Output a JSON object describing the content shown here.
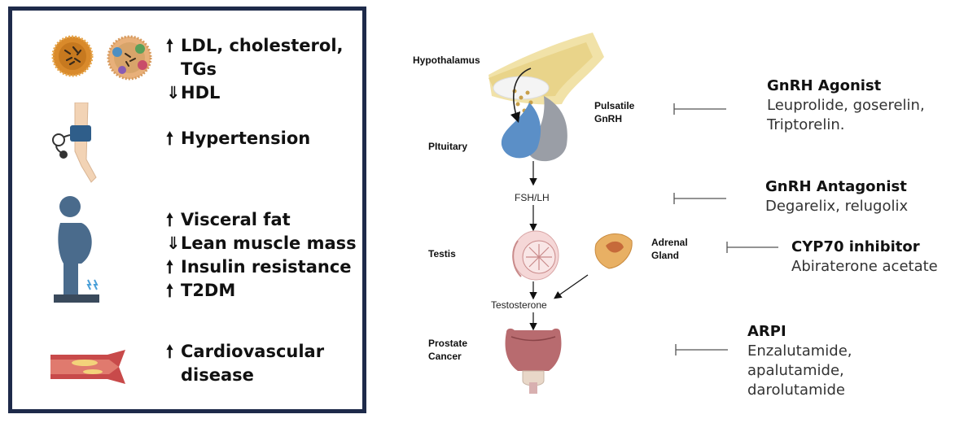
{
  "left_panel": {
    "lipids": {
      "lines": [
        "LDL, cholesterol,",
        "TGs",
        "HDL"
      ]
    },
    "hypertension": {
      "lines": [
        "Hypertension"
      ]
    },
    "metabolic": {
      "lines": [
        "Visceral fat",
        "Lean muscle mass",
        "Insulin resistance",
        "T2DM"
      ]
    },
    "cardio": {
      "lines": [
        "Cardiovascular",
        "disease"
      ]
    }
  },
  "pathway": {
    "hypothalamus": "Hypothalamus",
    "pituitary": "PItuitary",
    "pulsatile": [
      "Pulsatile",
      "GnRH"
    ],
    "fsh_lh": "FSH/LH",
    "testis": "Testis",
    "adrenal": [
      "Adrenal",
      "Gland"
    ],
    "testosterone": "Testosterone",
    "prostate": [
      "Prostate",
      "Cancer"
    ]
  },
  "drugs": {
    "agonist": {
      "name": "GnRH Agonist",
      "items": [
        "Leuprolide, goserelin,",
        "Triptorelin."
      ]
    },
    "antagonist": {
      "name": "GnRH Antagonist",
      "items": [
        "Degarelix, relugolix"
      ]
    },
    "cyp": {
      "name": "CYP70 inhibitor",
      "items": [
        "Abiraterone acetate"
      ]
    },
    "arpi": {
      "name": "ARPI",
      "items": [
        "Enzalutamide,",
        "apalutamide,",
        "darolutamide"
      ]
    }
  },
  "colors": {
    "border": "#1e2a4a",
    "pituitary_blue": "#5b8fc7",
    "pituitary_gray": "#9a9ea6",
    "prostate": "#b86b6f"
  }
}
